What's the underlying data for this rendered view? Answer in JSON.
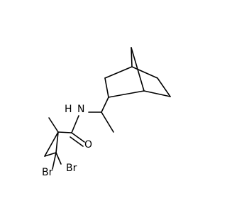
{
  "molecule": {
    "atoms": {
      "nitrogen": "N",
      "hydrogen": "H",
      "oxygen": "O",
      "bromine_1": "Br",
      "bromine_2": "Br"
    },
    "colors": {
      "bond": "#000000",
      "label": "#000000",
      "background": "#ffffff"
    }
  }
}
